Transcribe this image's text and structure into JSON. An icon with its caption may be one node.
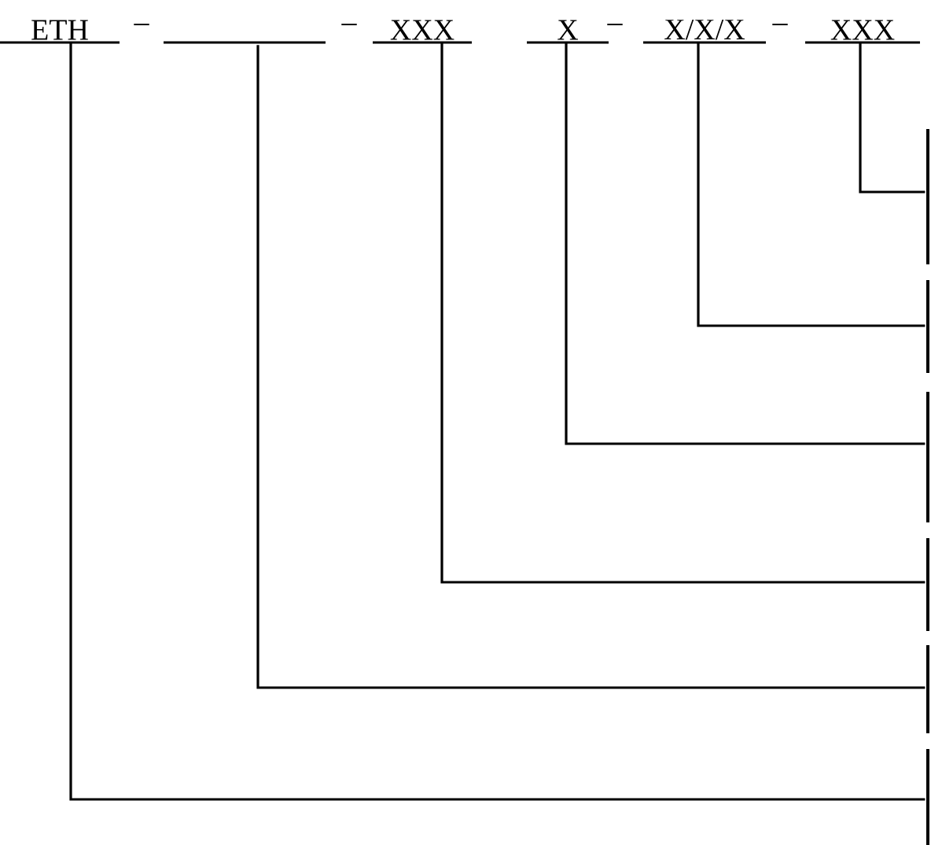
{
  "diagram": {
    "nodes": [
      {
        "text": [
          "ЕТН"
        ]
      },
      {
        "text": [],
        "shape": "bar"
      },
      {
        "text": [
          "ХХХ"
        ]
      },
      {
        "text": [
          "Х"
        ]
      },
      {
        "text": [
          "Х/Х/Х"
        ]
      },
      {
        "text": [
          "ХХХ"
        ]
      },
      {
        "text": [],
        "shape": "bar"
      },
      {
        "text": [],
        "shape": "bar"
      },
      {
        "text": [],
        "shape": "bar"
      },
      {
        "text": [],
        "shape": "bar"
      },
      {
        "text": [],
        "shape": "bar"
      },
      {
        "text": [],
        "shape": "bar"
      }
    ],
    "edges": [
      {
        "from": 5,
        "to": 6,
        "arrow": "none"
      },
      {
        "from": 4,
        "to": 7,
        "arrow": "none"
      },
      {
        "from": 3,
        "to": 8,
        "arrow": "none"
      },
      {
        "from": 2,
        "to": 9,
        "arrow": "none"
      },
      {
        "from": 1,
        "to": 10,
        "arrow": "none"
      },
      {
        "from": 0,
        "to": 11,
        "arrow": "none"
      }
    ],
    "labels": [
      "–",
      "–",
      "–",
      "–"
    ]
  }
}
